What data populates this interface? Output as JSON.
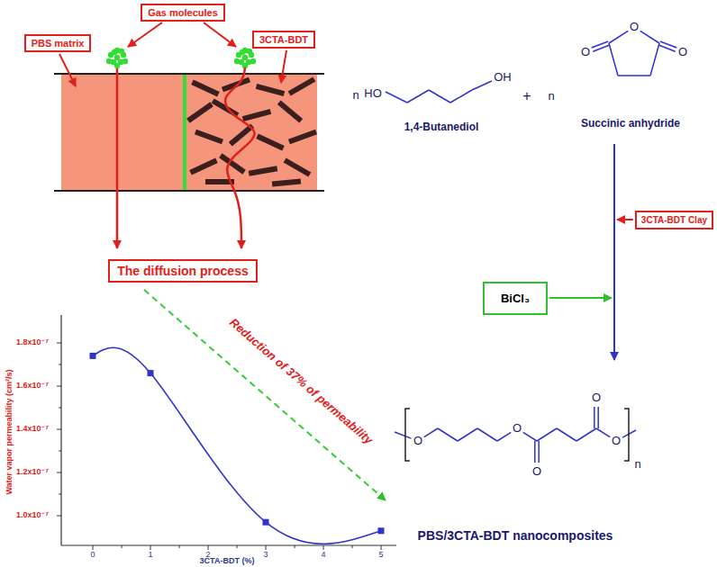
{
  "diagram": {
    "nodes": [
      {
        "text": [
          "Gas molecules"
        ]
      },
      {
        "text": [
          "PBS matrix"
        ]
      },
      {
        "text": [
          "3CTA-BDT"
        ]
      },
      {
        "text": [
          "The diffusion process"
        ]
      },
      {
        "text": [
          "3CTA-BDT Clay"
        ]
      },
      {
        "text": [
          "BiCl₃"
        ]
      }
    ],
    "labels": [
      "1.8x10⁻⁷",
      "1.6x10⁻⁷",
      "1.4x10⁻⁷",
      "1.2x10⁻⁷",
      "1.0x10⁻⁷",
      "Water vapor permeability (cm²/s)",
      "0",
      "1",
      "2",
      "3",
      "4",
      "5",
      "3CTA-BDT (%)",
      "Reduction of 37% of permeability",
      "n",
      "HO",
      "OH",
      "1,4-Butanediol",
      "+",
      "n",
      "O",
      "O",
      "O",
      "Succinic anhydride",
      "O",
      "O",
      "O",
      "O",
      "O",
      "n",
      "PBS/3CTA-BDT nanocomposites"
    ]
  }
}
